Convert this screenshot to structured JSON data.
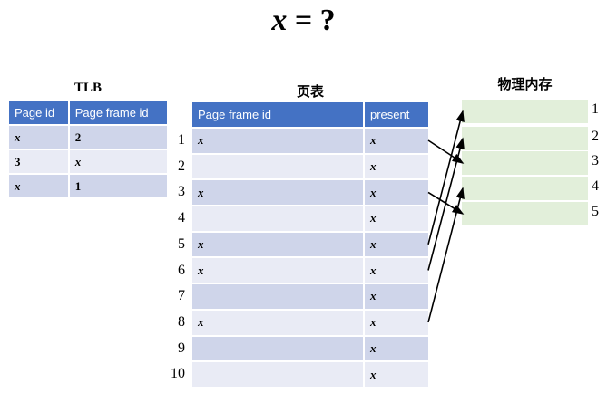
{
  "title": {
    "var": "x",
    "rest": " = ?"
  },
  "tlb": {
    "caption": "TLB",
    "headers": [
      "Page id",
      "Page frame id"
    ],
    "rows": [
      [
        "x",
        "2"
      ],
      [
        "3",
        "x"
      ],
      [
        "x",
        "1"
      ]
    ]
  },
  "page_table": {
    "caption": "页表",
    "headers": [
      "Page frame id",
      "present"
    ],
    "rows": [
      {
        "n": "1",
        "frame": "x",
        "present": "x"
      },
      {
        "n": "2",
        "frame": "",
        "present": "x"
      },
      {
        "n": "3",
        "frame": "x",
        "present": "x"
      },
      {
        "n": "4",
        "frame": "",
        "present": "x"
      },
      {
        "n": "5",
        "frame": "x",
        "present": "x"
      },
      {
        "n": "6",
        "frame": "x",
        "present": "x"
      },
      {
        "n": "7",
        "frame": "",
        "present": "x"
      },
      {
        "n": "8",
        "frame": "x",
        "present": "x"
      },
      {
        "n": "9",
        "frame": "",
        "present": "x"
      },
      {
        "n": "10",
        "frame": "",
        "present": "x"
      }
    ]
  },
  "memory": {
    "caption": "物理内存",
    "frames": [
      "1",
      "2",
      "3",
      "4",
      "5"
    ]
  },
  "mappings": [
    {
      "page": "1",
      "frame": "3"
    },
    {
      "page": "3",
      "frame": "5"
    },
    {
      "page": "5",
      "frame": "1"
    },
    {
      "page": "6",
      "frame": "2"
    },
    {
      "page": "8",
      "frame": "4"
    }
  ]
}
